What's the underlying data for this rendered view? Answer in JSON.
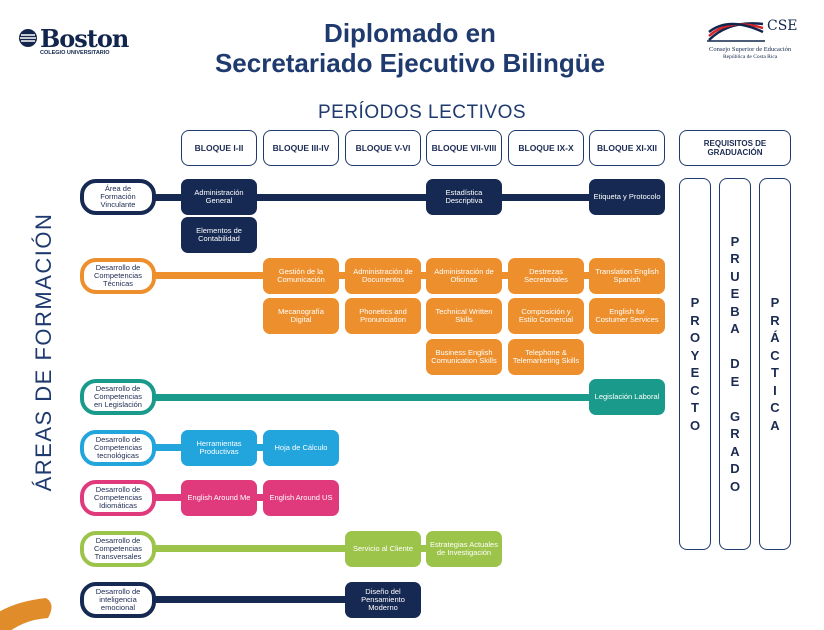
{
  "header": {
    "boston_name": "Boston",
    "boston_sub": "COLEGIO UNIVERSITARIO",
    "title_line1": "Diplomado en",
    "title_line2": "Secretariado Ejecutivo Bilingüe",
    "cse_mark": "CSE",
    "cse_name": "Consejo Superior de Educación",
    "cse_country": "República de Costa Rica"
  },
  "periods_label": "PERÍODOS LECTIVOS",
  "areas_label": "ÁREAS DE FORMACIÓN",
  "blocks": [
    "BLOQUE I-II",
    "BLOQUE III-IV",
    "BLOQUE V-VI",
    "BLOQUE VII-VIII",
    "BLOQUE IX-X",
    "BLOQUE XI-XII"
  ],
  "requirements": {
    "header": "REQUISITOS DE GRADUACIÓN",
    "columns": [
      "PROYECTO",
      "PRUEBA DE GRADO",
      "PRÁCTICA"
    ]
  },
  "areas": [
    {
      "label": "Área de Formación Vinculante",
      "color": "#162952",
      "courses": [
        "Administración General",
        "Elementos de Contabilidad",
        "Estadística Descriptiva",
        "Etiqueta y Protocolo"
      ]
    },
    {
      "label": "Desarrollo de Competencias Técnicas",
      "color": "#ed8f2c",
      "courses": [
        "Gestión de la Comunicación",
        "Administración de Documentos",
        "Administración de Oficinas",
        "Destrezas Secretariales",
        "Translation English Spanish",
        "Mecanografía Digital",
        "Phonetics and Pronunciation",
        "Technical Written Skills",
        "Composición y Estilo Comercial",
        "English for Costumer Services",
        "Business English Comunication Skills",
        "Telephone & Telemarketing Skills"
      ]
    },
    {
      "label": "Desarrollo de Competencias en Legislación",
      "color": "#1a9a8a",
      "courses": [
        "Legislación Laboral"
      ]
    },
    {
      "label": "Desarrollo de Competencias tecnológicas",
      "color": "#22a4dc",
      "courses": [
        "Herramientas Productivas",
        "Hoja de Cálculo"
      ]
    },
    {
      "label": "Desarrollo de Competencias Idiomáticas",
      "color": "#e0397c",
      "courses": [
        "English Around Me",
        "English Around US"
      ]
    },
    {
      "label": "Desarrollo de Competencias Transversales",
      "color": "#9cc44a",
      "courses": [
        "Servicio al Cliente",
        "Estrategias Actuales de Investigación"
      ]
    },
    {
      "label": "Desarrollo de inteligencia emocional",
      "color": "#162952",
      "courses": [
        "Diseño del Pensamiento Moderno"
      ]
    }
  ],
  "colors": {
    "title": "#1f3a6e",
    "swoosh": "#e08c2a"
  }
}
